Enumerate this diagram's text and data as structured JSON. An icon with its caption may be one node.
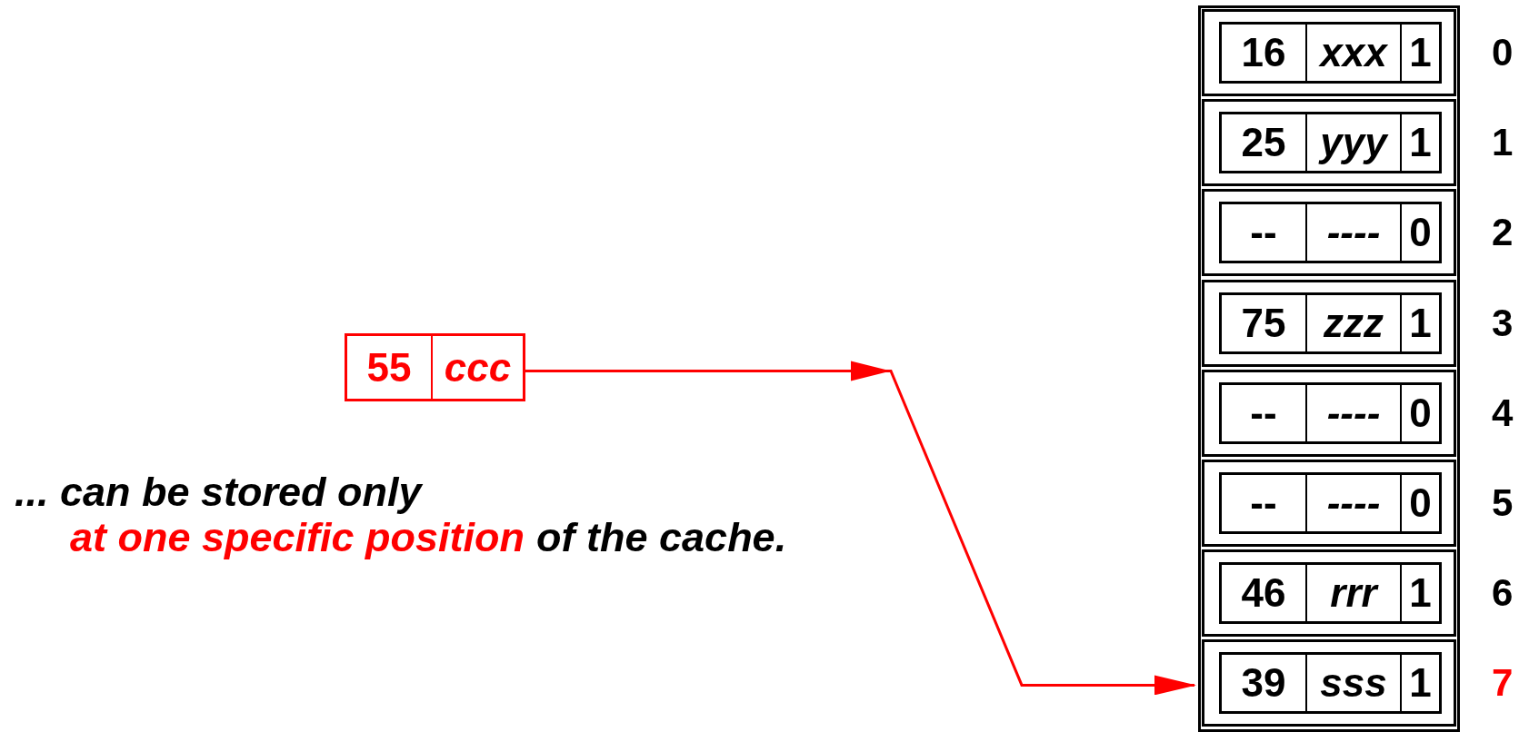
{
  "diagram": {
    "nodes": [
      {
        "text": [],
        "shape": "box"
      },
      {
        "text": [
          "16",
          "xxx",
          "1"
        ],
        "in": 0,
        "beside": [
          "0"
        ]
      },
      {
        "text": [
          "25",
          "yyy",
          "1"
        ],
        "in": 0,
        "beside": [
          "1"
        ]
      },
      {
        "text": [
          "--",
          "----",
          "0"
        ],
        "in": 0,
        "beside": [
          "2"
        ]
      },
      {
        "text": [
          "75",
          "zzz",
          "1"
        ],
        "in": 0,
        "beside": [
          "3"
        ]
      },
      {
        "text": [
          "--",
          "----",
          "0"
        ],
        "in": 0,
        "beside": [
          "4"
        ]
      },
      {
        "text": [
          "--",
          "----",
          "0"
        ],
        "in": 0,
        "beside": [
          "5"
        ]
      },
      {
        "text": [
          "46",
          "rrr",
          "1"
        ],
        "in": 0,
        "beside": [
          "6"
        ]
      },
      {
        "text": [
          "39",
          "sss",
          "1"
        ],
        "in": 0,
        "beside": [
          "7"
        ]
      },
      {
        "text": [
          "55",
          "ccc"
        ]
      }
    ],
    "edges": [
      {
        "from": 9,
        "to": 8,
        "arrow": "to"
      }
    ],
    "labels": [
      "... can be stored only",
      "at one specific position",
      "of the cache."
    ]
  }
}
